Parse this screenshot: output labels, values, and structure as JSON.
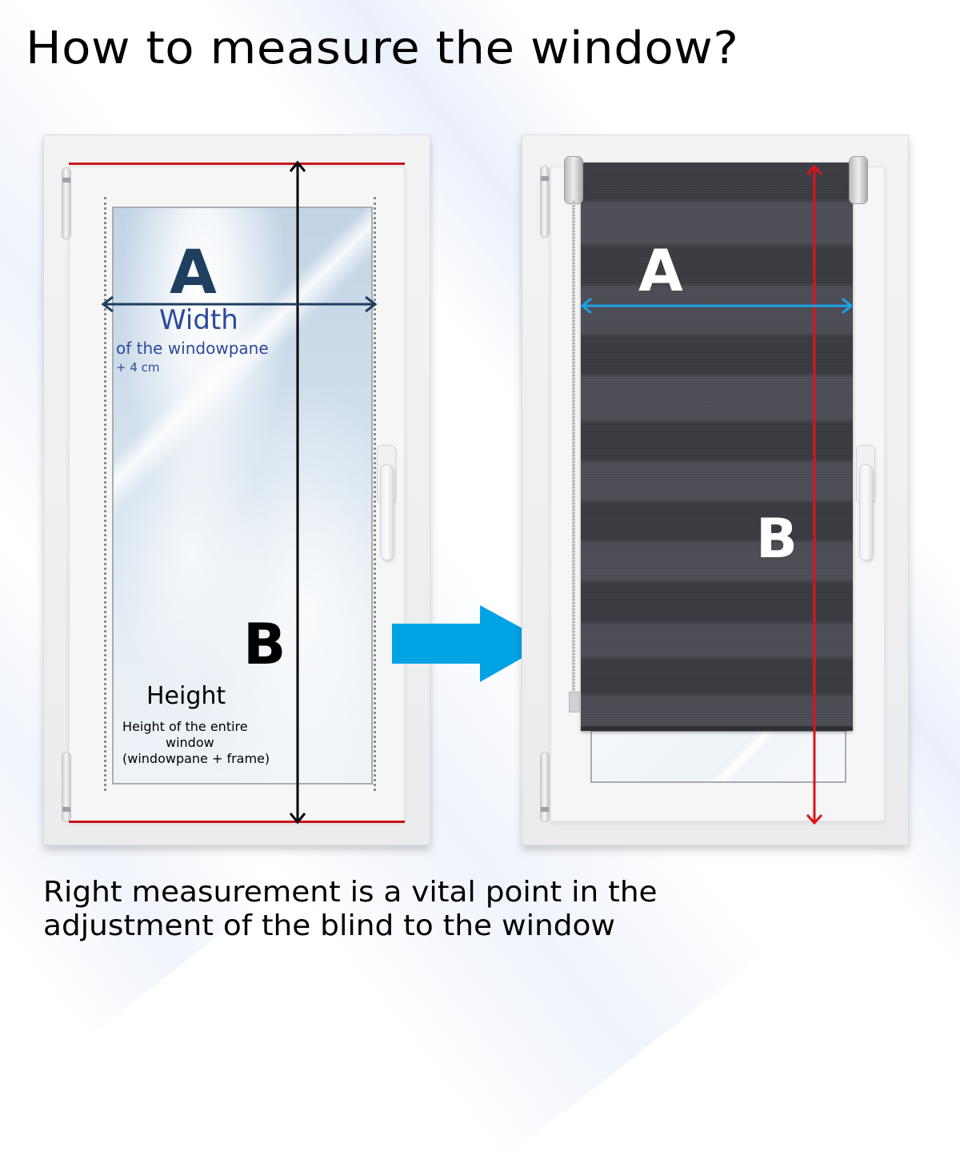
{
  "title": "How to measure the window?",
  "caption": {
    "line1": "Right measurement is a vital point in the",
    "line2": "adjustment of the blind to the window"
  },
  "left_window": {
    "label_a": "A",
    "width_label": "Width",
    "width_sub": "of the windowpane",
    "width_extra": "+ 4 cm",
    "label_b": "B",
    "height_label": "Height",
    "height_sub_1": "Height of the entire",
    "height_sub_2": "window",
    "height_sub_3": "(windowpane + frame)"
  },
  "right_window": {
    "label_a": "A",
    "label_b": "B"
  },
  "colors": {
    "label_a_left": "#1e3f60",
    "width_text": "#2c4a9a",
    "measure_red": "#c8161d",
    "measure_red_right": "#e0121a",
    "width_arrow_left": "#1e3f60",
    "width_arrow_right": "#1ba3e6",
    "big_arrow": "#00a3e4",
    "blind_dark": "#3a3b41"
  },
  "icons": {
    "big_arrow": "arrow-right-icon",
    "double_arrow_h": "double-arrow-horizontal-icon",
    "double_arrow_v": "double-arrow-vertical-icon"
  }
}
